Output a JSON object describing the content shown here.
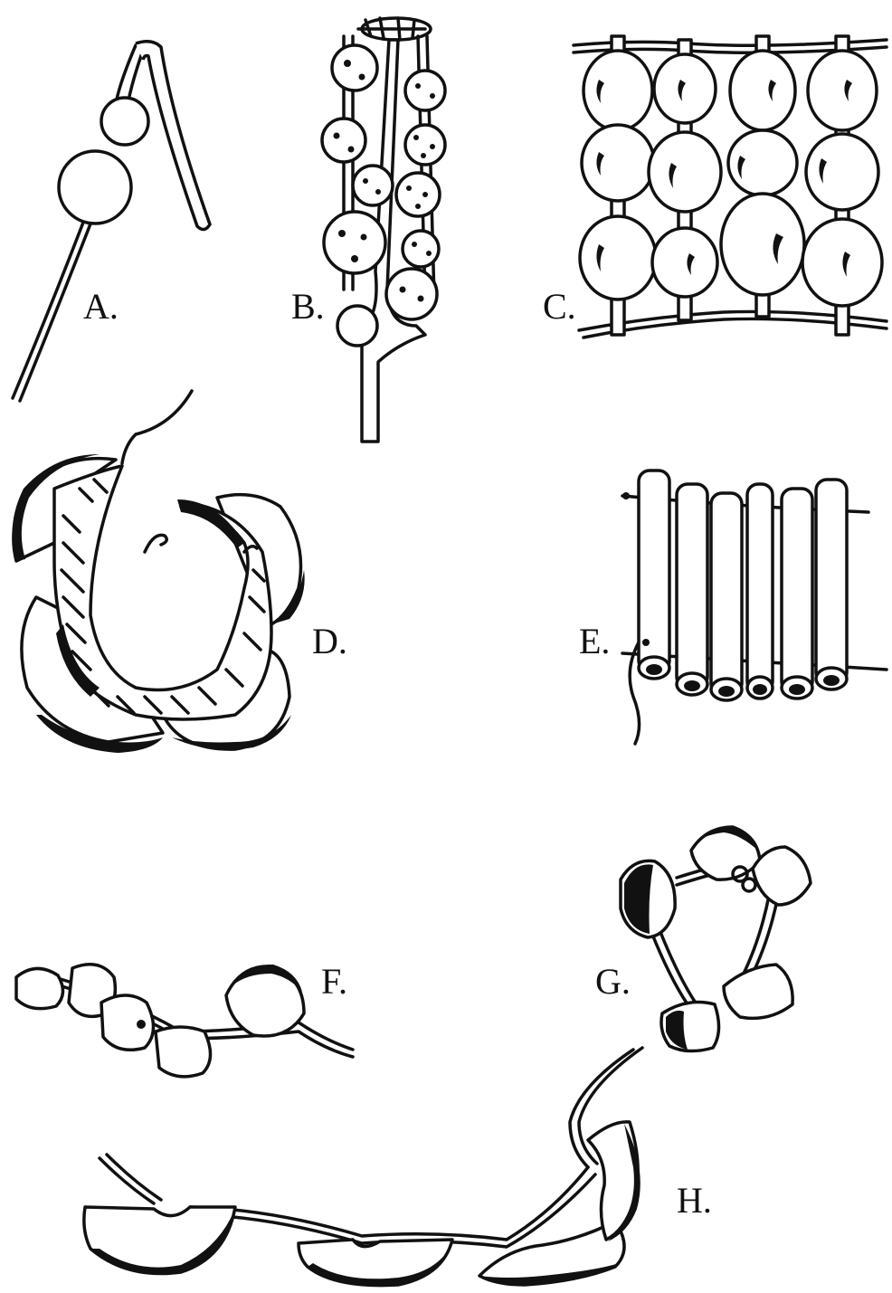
{
  "figure_labels": {
    "a": "A.",
    "b": "B.",
    "c": "C.",
    "d": "D.",
    "e": "E.",
    "f": "F.",
    "g": "G.",
    "h": "H."
  }
}
